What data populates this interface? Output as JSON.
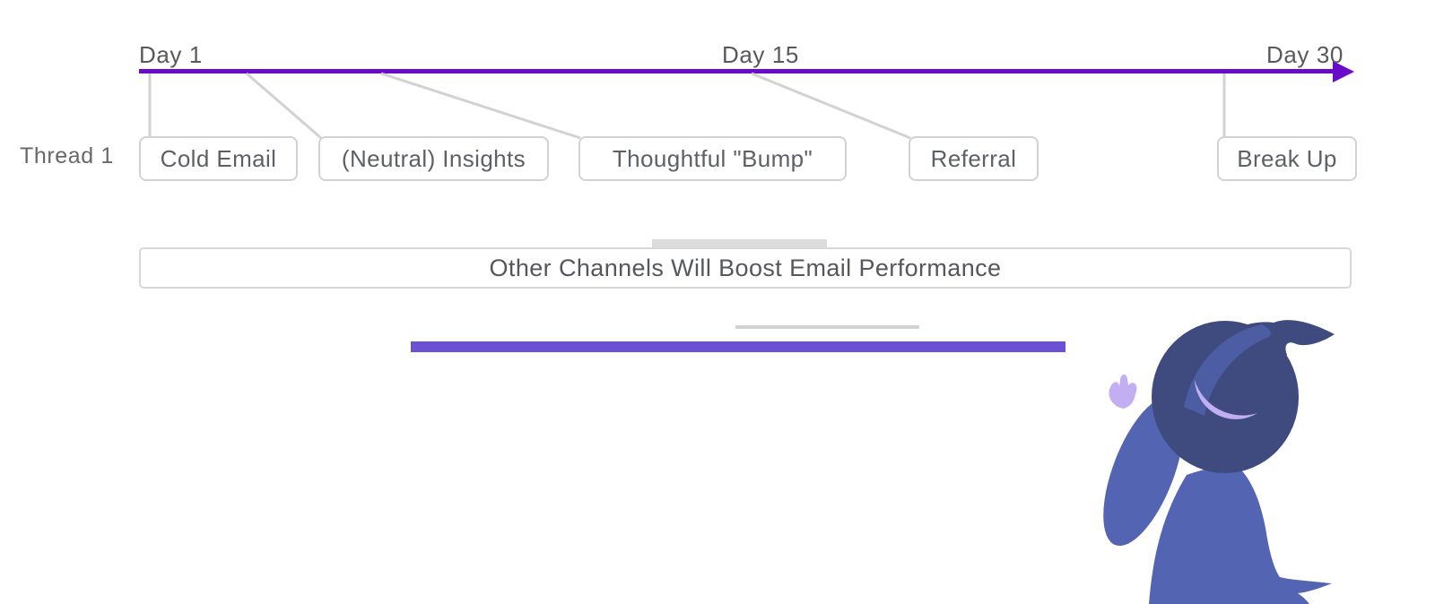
{
  "timeline": {
    "days": [
      {
        "label": "Day 1"
      },
      {
        "label": "Day 15"
      },
      {
        "label": "Day 30"
      }
    ],
    "color": "#6a0bc9"
  },
  "thread": {
    "label": "Thread 1"
  },
  "steps": [
    {
      "label": "Cold Email"
    },
    {
      "label": "(Neutral) Insights"
    },
    {
      "label": "Thoughtful \"Bump\""
    },
    {
      "label": "Referral"
    },
    {
      "label": "Break Up"
    }
  ],
  "banner": {
    "label": "Other Channels Will Boost Email Performance"
  },
  "accents": {
    "timeline_purple": "#6a0bc9",
    "bar_purple": "#6c50d3",
    "connector_gray": "#d2d2d2",
    "text_gray": "#5d6066"
  },
  "illustration": {
    "name": "wizard-mascot",
    "hat_color": "#3f4b7f",
    "robe_color": "#5364b2",
    "accent_color": "#c2aef2"
  }
}
